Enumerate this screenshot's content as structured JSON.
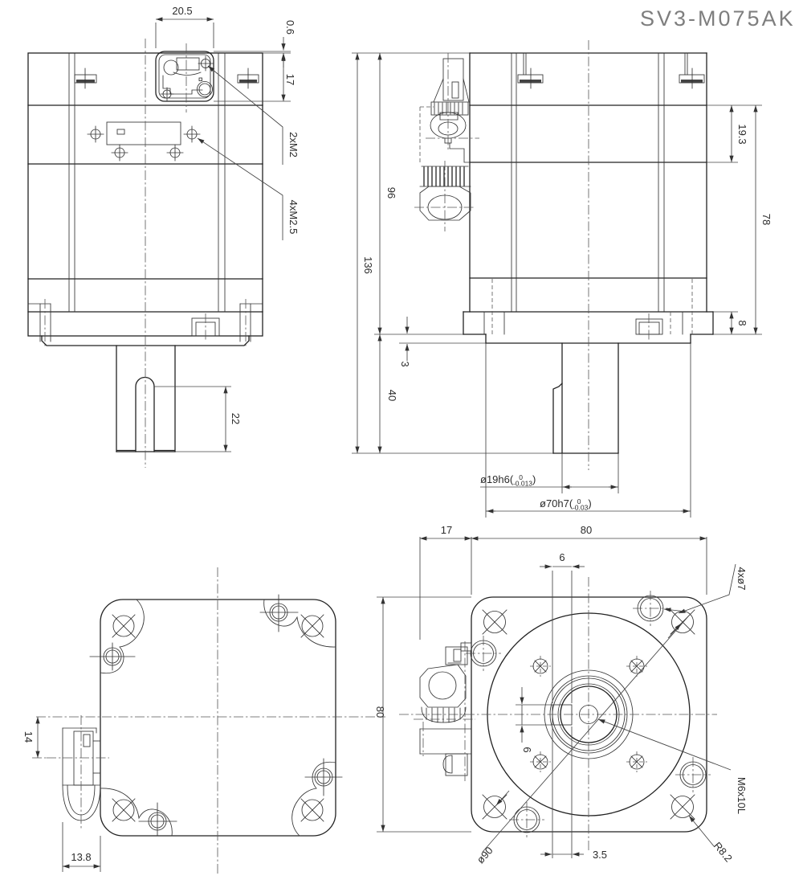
{
  "title": "SV3-M075AK",
  "colors": {
    "line": "#222222",
    "dim": "#444444",
    "title_gray": "#7e7e7e",
    "background": "#ffffff"
  },
  "views": {
    "rear": {
      "dims": {
        "connector_width": "20.5",
        "connector_protrusion": "0.6",
        "connector_height": "17",
        "connector_screws": "2xM2",
        "face_screws": "4xM2.5",
        "key_length": "22"
      }
    },
    "side": {
      "dims": {
        "body_height": "96",
        "total_height": "136",
        "upper_section": "19.3",
        "lower_section": "78",
        "flange_thickness": "8",
        "boss_height": "3",
        "shaft_length": "40"
      },
      "shaft_dia": {
        "prefix": "ø19h6(",
        "upper": "0",
        "lower": "-0.013",
        "close": ")"
      },
      "boss_dia": {
        "prefix": "ø70h7(",
        "upper": "0",
        "lower": "-0.03",
        "close": ")"
      }
    },
    "bottom": {
      "dims": {
        "gland_offset": "14",
        "gland_width": "13.8"
      }
    },
    "front": {
      "dims": {
        "gland_depth": "17",
        "body_width": "80",
        "key_width": "6",
        "body_height": "80",
        "key_height": "6",
        "key_offset": "3.5"
      },
      "notes": {
        "corner_holes": "4xø7",
        "center_tap": "M6x10L",
        "corner_radius": "R8.2",
        "bolt_circle": "ø90"
      }
    }
  }
}
